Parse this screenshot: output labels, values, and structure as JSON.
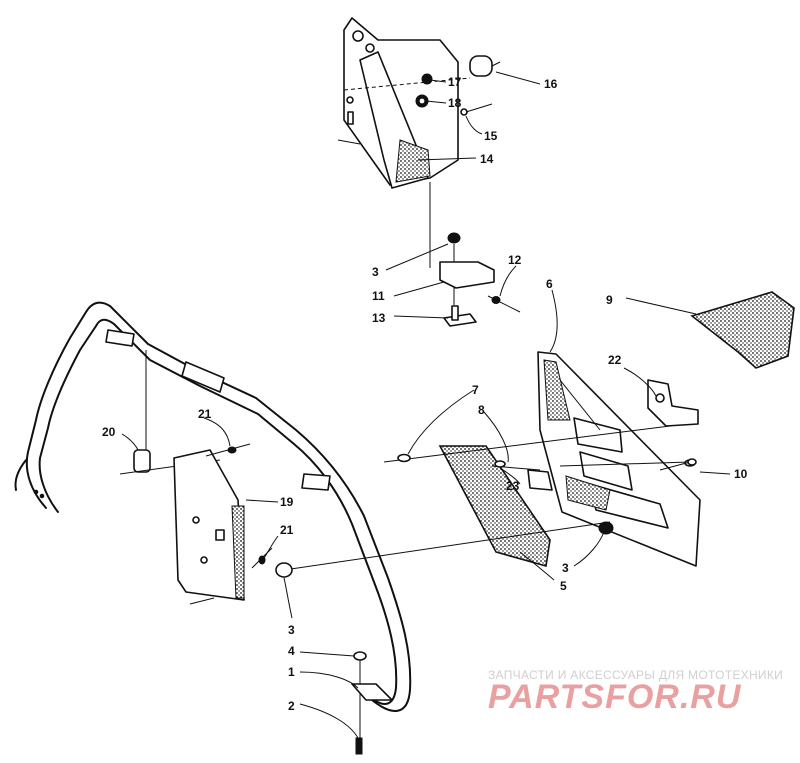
{
  "labels": {
    "p1": "1",
    "p2": "2",
    "p3a": "3",
    "p3b": "3",
    "p3c": "3",
    "p4": "4",
    "p5": "5",
    "p6": "6",
    "p7": "7",
    "p8": "8",
    "p9": "9",
    "p10": "10",
    "p11": "11",
    "p12": "12",
    "p13": "13",
    "p14": "14",
    "p15": "15",
    "p16": "16",
    "p17": "17",
    "p18": "18",
    "p19": "19",
    "p20": "20",
    "p21a": "21",
    "p21b": "21",
    "p22": "22",
    "p23": "23"
  },
  "watermark": {
    "caption": "ЗАПЧАСТИ И АКСЕССУАРЫ ДЛЯ МОТОТЕХНИКИ",
    "logo": "PARTSFOR.RU",
    "color": "#e9a0a0"
  }
}
